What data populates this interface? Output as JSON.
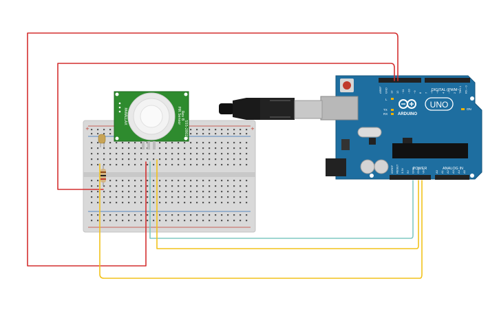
{
  "arduino": {
    "brand": "ARDUINO",
    "model": "UNO",
    "digital_label": "DIGITAL (PWM~)",
    "power_label": "POWER",
    "analog_label": "ANALOG IN",
    "on_label": "ON",
    "led_l": "L",
    "led_tx": "TX",
    "led_rx": "RX",
    "power_pins": [
      "IOREF",
      "RESET",
      "3.3V",
      "5V",
      "GND",
      "GND",
      "Vin"
    ],
    "analog_pins": [
      "A0",
      "A1",
      "A2",
      "A3",
      "A4",
      "A5"
    ],
    "digital_pins": [
      "AREF",
      "GND",
      "13",
      "12",
      "~11",
      "~10",
      "~9",
      "8",
      "7",
      "~6",
      "~5",
      "4",
      "~3",
      "2",
      "TX→1",
      "RX←0"
    ]
  },
  "pir_sensor": {
    "left_label": "PARALLAX",
    "right_label_1": "PIR Sensor",
    "right_label_2": "Rev B",
    "right_label_3": "555-28027"
  },
  "breadboard": {
    "plus": "+",
    "minus": "−"
  },
  "colors": {
    "wire_red": "#d32f2f",
    "wire_yellow": "#f2c21a",
    "wire_teal": "#7ec8c2",
    "board_blue": "#1e6ea0",
    "pir_green": "#2e8b2e",
    "breadboard": "#dcdcdc"
  }
}
